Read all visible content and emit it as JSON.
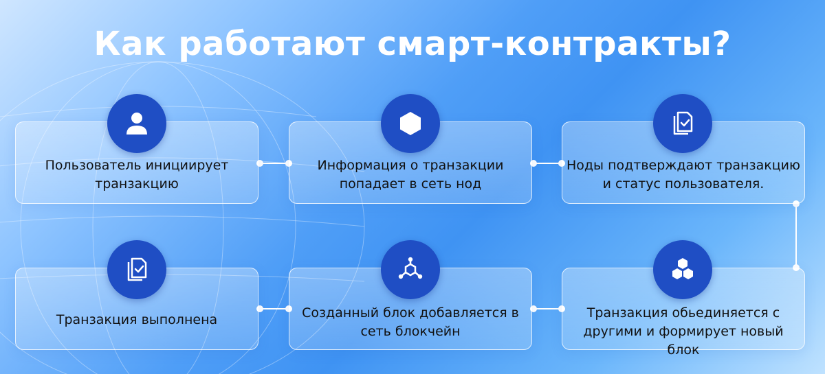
{
  "title": "Как работают смарт-контракты?",
  "steps": [
    {
      "text": "Пользователь инициирует транзакцию",
      "icon": "user-icon"
    },
    {
      "text": "Информация о транзакции попадает в сеть нод",
      "icon": "hexagon-icon"
    },
    {
      "text": "Ноды подтверждают транзакцию и статус пользователя.",
      "icon": "document-check-icon"
    },
    {
      "text": "Транзакция обьединяется с другими и формирует новый блок",
      "icon": "hexagon-cluster-icon"
    },
    {
      "text": "Созданный блок добавляется в сеть блокчейн",
      "icon": "blockchain-network-icon"
    },
    {
      "text": "Транзакция выполнена",
      "icon": "document-check-icon"
    }
  ],
  "colors": {
    "accent": "#1f4ec4",
    "text": "#111111",
    "title": "#ffffff"
  }
}
